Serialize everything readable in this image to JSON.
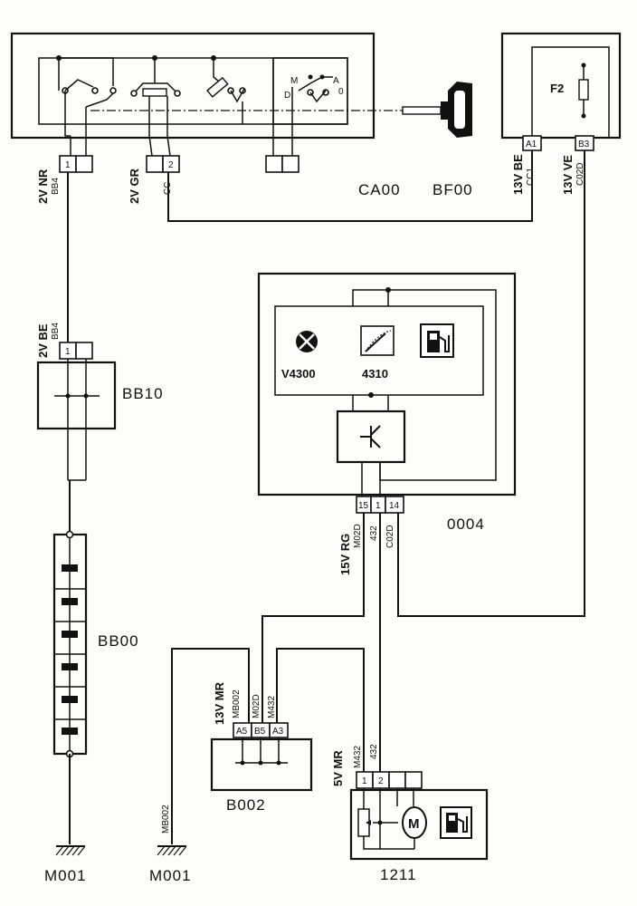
{
  "components": {
    "ignition_switch": {
      "code": "CA00",
      "contact_letters": {
        "m": "M",
        "d": "D",
        "a": "A",
        "zero": "0"
      }
    },
    "fuse_box": {
      "code": "BF00",
      "fuse": "F2",
      "pins": {
        "a1": "A1",
        "b3": "B3"
      }
    },
    "junction_bb10": {
      "code": "BB10"
    },
    "battery": {
      "code": "BB00"
    },
    "instrument_panel": {
      "code": "0004",
      "lamp": "V4300",
      "gauge": "4310",
      "pins": {
        "p15": "15",
        "p1": "1",
        "p14": "14"
      }
    },
    "connector_b002": {
      "code": "B002",
      "pins": {
        "a5": "A5",
        "b5": "B5",
        "a3": "A3"
      }
    },
    "fuel_sender": {
      "code": "1211",
      "pins": {
        "p1": "1",
        "p2": "2"
      }
    },
    "ground_left": {
      "code": "M001"
    },
    "ground_right": {
      "code": "M001"
    }
  },
  "connectors": {
    "ca00_left": {
      "label": "2V NR",
      "wire": "BB4",
      "pin": "1"
    },
    "ca00_mid": {
      "label": "2V GR",
      "wire": "CC",
      "pin": "2"
    },
    "bf00_a1": {
      "label": "13V BE",
      "wire": "CC1"
    },
    "bf00_b3": {
      "label": "13V VE",
      "wire": "C02D"
    },
    "bb10_in": {
      "label": "2V BE",
      "wire": "BB4",
      "pin": "1"
    },
    "panel_conn": {
      "label": "15V RG",
      "wires": [
        "M02D",
        "432",
        "C02D"
      ]
    },
    "b002_conn": {
      "label": "13V MR",
      "wires": [
        "MB002",
        "M02D",
        "M432"
      ]
    },
    "sender_conn": {
      "label": "5V MR",
      "wires": [
        "M432",
        "432"
      ]
    },
    "ground_wire": "MB002"
  },
  "icons": [
    "ignition-key-icon",
    "fuse-icon",
    "warning-lamp-icon",
    "fuel-gauge-icon",
    "fuel-pump-icon",
    "motor-icon",
    "transistor-icon",
    "ground-icon"
  ]
}
